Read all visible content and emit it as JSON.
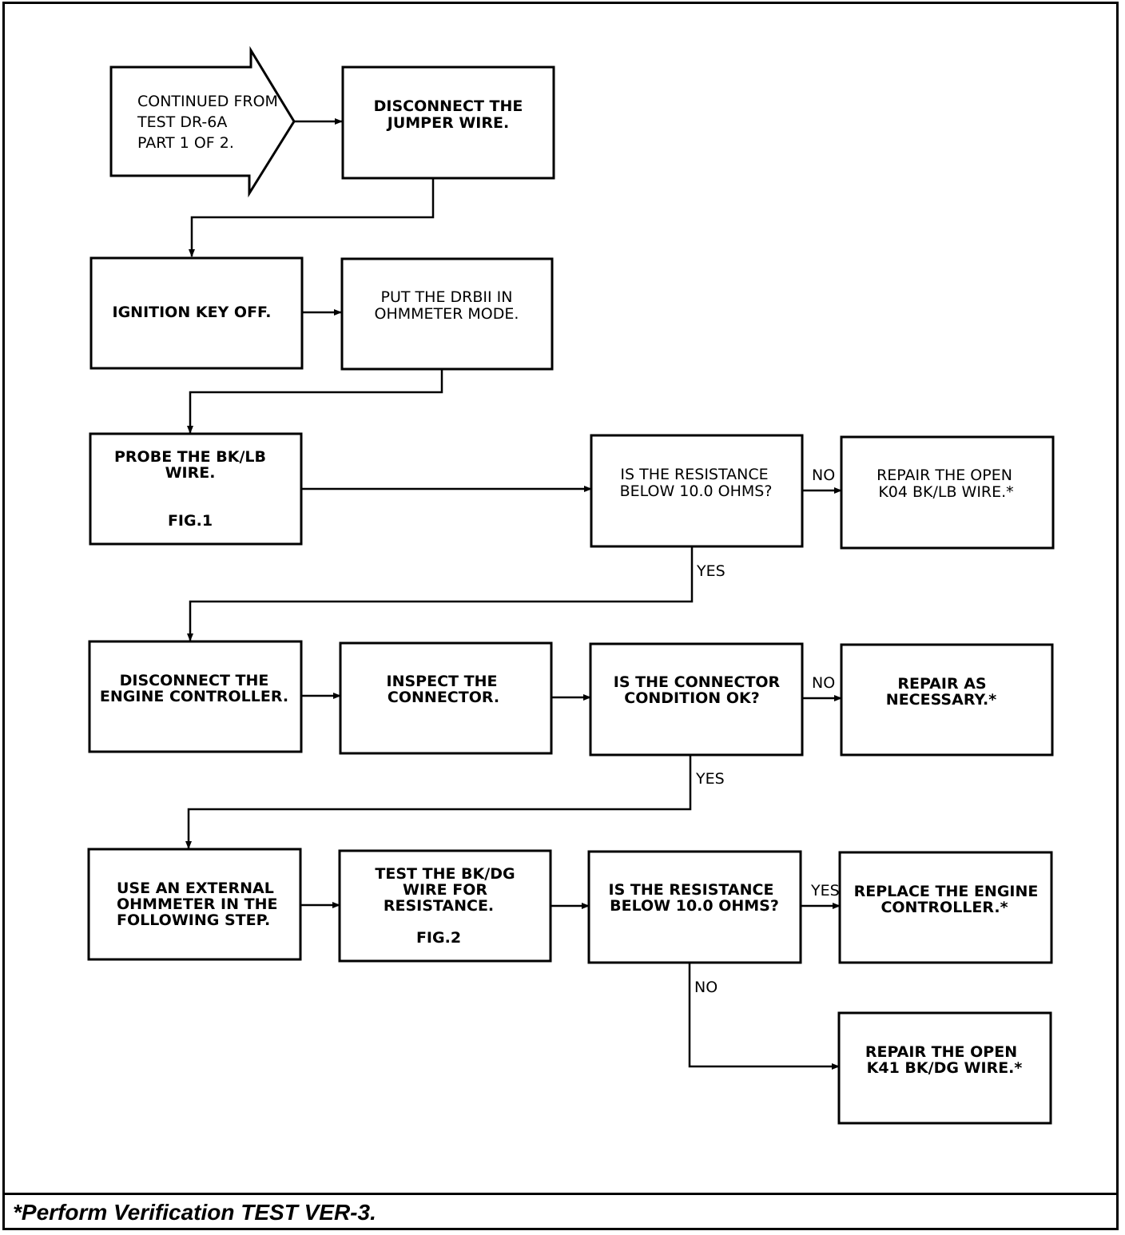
{
  "flowchart": {
    "start": {
      "lines": [
        "CONTINUED FROM",
        "TEST DR-6A",
        "PART 1 OF 2."
      ]
    },
    "disconnect_jumper": {
      "lines": [
        "DISCONNECT THE",
        "JUMPER WIRE."
      ]
    },
    "ignition_off": {
      "lines": [
        "IGNITION KEY OFF."
      ]
    },
    "ohmmeter_mode": {
      "lines": [
        "PUT THE DRBII IN",
        "OHMMETER MODE."
      ]
    },
    "probe_bk_lb": {
      "lines": [
        "PROBE THE BK/LB",
        "WIRE."
      ],
      "fig": "FIG.1"
    },
    "resistance_q1": {
      "lines": [
        "IS THE RESISTANCE",
        "BELOW 10.0 OHMS?"
      ]
    },
    "repair_k04": {
      "lines": [
        "REPAIR THE OPEN",
        "K04 BK/LB WIRE.*"
      ]
    },
    "disconnect_controller": {
      "lines": [
        "DISCONNECT THE",
        "ENGINE CONTROLLER."
      ]
    },
    "inspect_connector": {
      "lines": [
        "INSPECT THE",
        "CONNECTOR."
      ]
    },
    "connector_q": {
      "lines": [
        "IS THE CONNECTOR",
        "CONDITION OK?"
      ]
    },
    "repair_as_necessary": {
      "lines": [
        "REPAIR AS",
        "NECESSARY.*"
      ]
    },
    "use_external": {
      "lines": [
        "USE AN EXTERNAL",
        "OHMMETER IN THE",
        "FOLLOWING STEP."
      ]
    },
    "test_bk_dg": {
      "lines": [
        "TEST THE BK/DG",
        "WIRE FOR",
        "RESISTANCE."
      ],
      "fig": "FIG.2"
    },
    "resistance_q2": {
      "lines": [
        "IS THE RESISTANCE",
        "BELOW 10.0 OHMS?"
      ]
    },
    "replace_controller": {
      "lines": [
        "REPLACE THE ENGINE",
        "CONTROLLER.*"
      ]
    },
    "repair_k41": {
      "lines": [
        "REPAIR THE OPEN",
        "K41 BK/DG WIRE.*"
      ]
    },
    "labels": {
      "no1": "NO",
      "yes1": "YES",
      "no2": "NO",
      "yes2": "YES",
      "yes3": "YES",
      "no3": "NO"
    }
  },
  "footnote": "*Perform Verification TEST VER-3."
}
